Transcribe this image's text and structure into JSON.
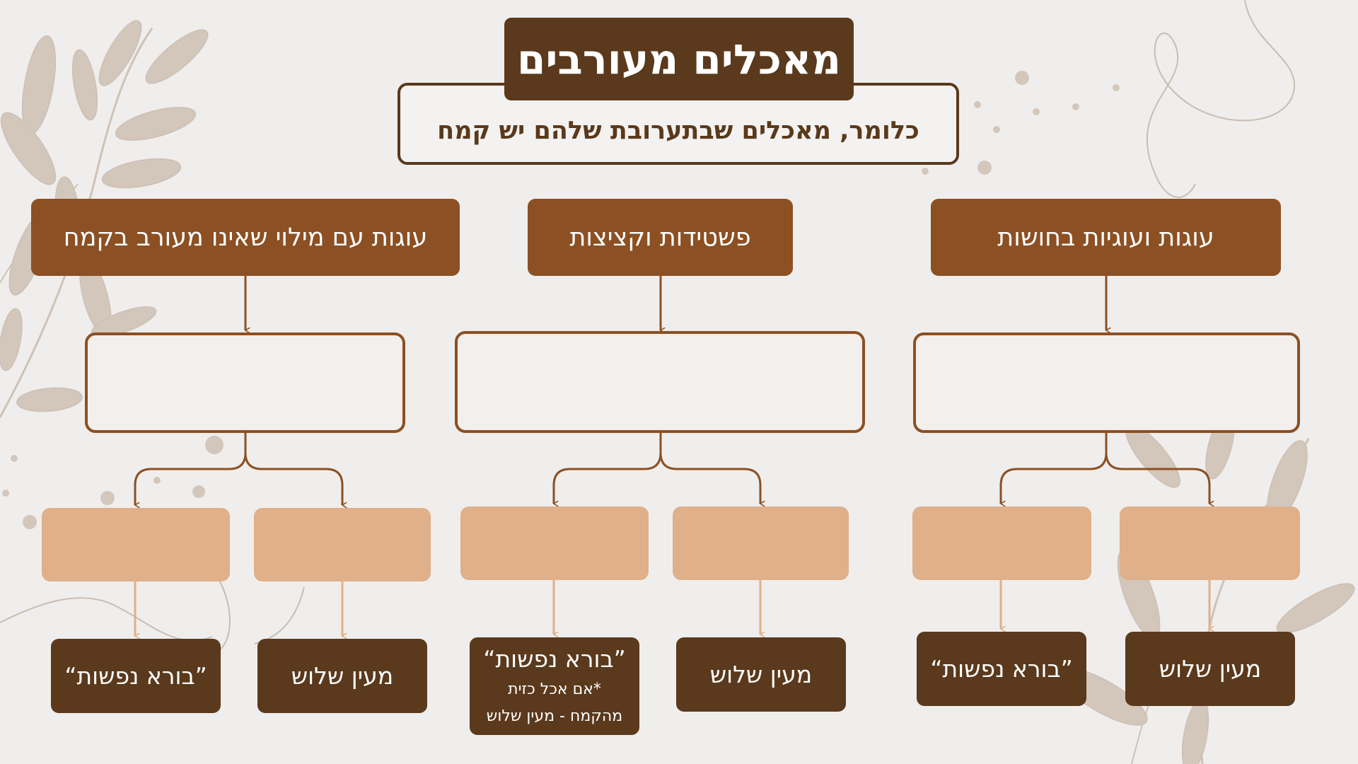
{
  "title": "מאכלים מעורבים",
  "subtitle": "כלומר, מאכלים שבתערובת שלהם יש קמח",
  "categories": [
    {
      "label": "עוגות ועוגיות בחושות",
      "results": [
        {
          "text": "מעין שלוש"
        },
        {
          "text": "”בורא נפשות“"
        }
      ]
    },
    {
      "label": "פשטידות וקציצות",
      "results": [
        {
          "text": "מעין שלוש"
        },
        {
          "text": "”בורא נפשות“",
          "note_line1": "*אם אכל כזית",
          "note_line2": "מהקמח - מעין שלוש"
        }
      ]
    },
    {
      "label": "עוגות עם מילוי שאינו מעורב בקמח",
      "results": [
        {
          "text": "מעין שלוש"
        },
        {
          "text": "”בורא נפשות“"
        }
      ]
    }
  ],
  "colors": {
    "dark_brown": "#5a391c",
    "medium_brown": "#8c5023",
    "peach": "#dfb08a",
    "background": "#efeeed",
    "leaf": "#cdbfb3"
  }
}
